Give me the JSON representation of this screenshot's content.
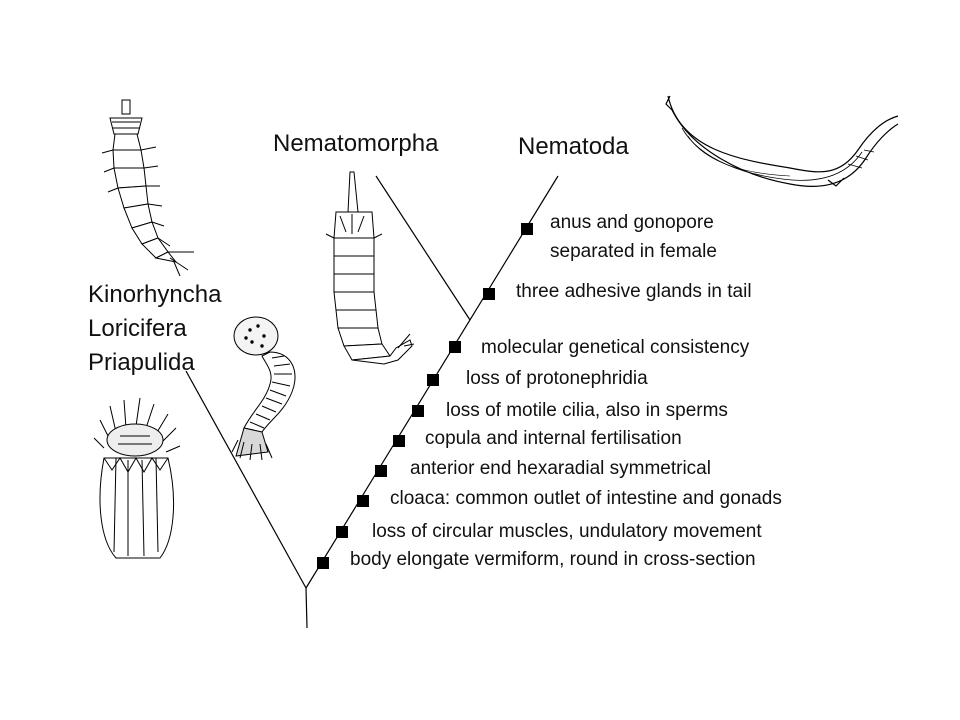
{
  "taxa": {
    "outgroup": [
      "Kinorhyncha",
      "Loricifera",
      "Priapulida"
    ],
    "nematomorpha": "Nematomorpha",
    "nematoda": "Nematoda"
  },
  "characters": [
    "body elongate vermiform, round in cross-section",
    "loss of circular muscles, undulatory movement",
    "cloaca: common outlet of intestine and gonads",
    "anterior end hexaradial symmetrical",
    "copula and internal fertilisation",
    "loss of motile cilia, also in sperms",
    "loss of protonephridia",
    "molecular genetical consistency",
    "three adhesive glands in tail",
    [
      "anus and gonopore",
      "separated in female"
    ]
  ],
  "illustrations": [
    "kinorhynch-drawing",
    "loriciferan-drawing",
    "priapulid-drawing",
    "nematomorph-drawing",
    "nematode-drawing"
  ]
}
